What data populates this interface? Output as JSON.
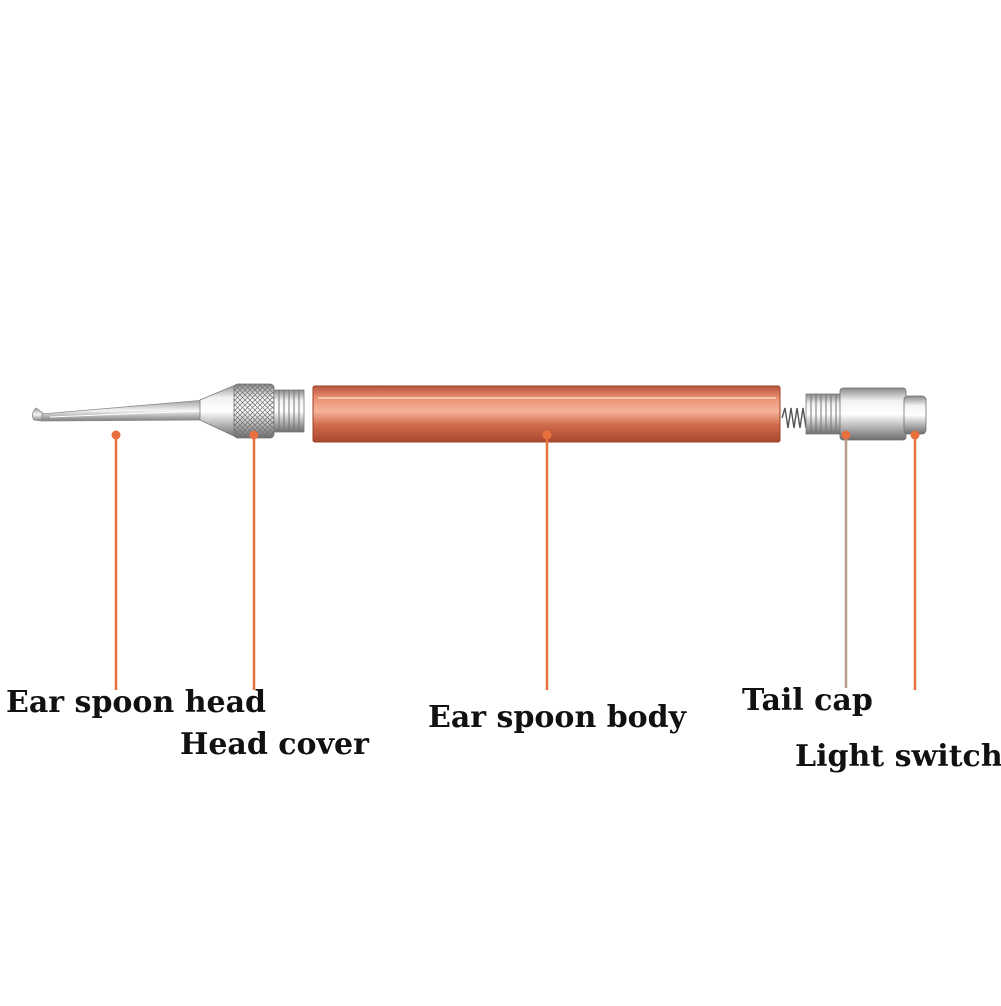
{
  "colors": {
    "background": "#ffffff",
    "leader": "#e8703f",
    "tail_leader": "#b89a8c",
    "body": "#d46b4c",
    "metal": "#c9c9c9",
    "label_text": "#111111"
  },
  "labels": {
    "ear_spoon_head": "Ear spoon head",
    "head_cover": "Head cover",
    "ear_spoon_body": "Ear spoon body",
    "tail_cap": "Tail cap",
    "light_switch": "Light switch"
  }
}
